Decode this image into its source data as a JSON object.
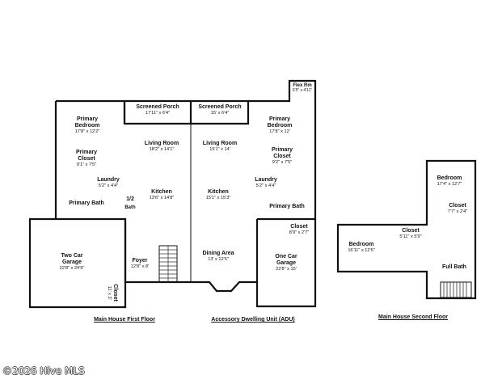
{
  "floors": {
    "first": "Main House First Floor",
    "adu": "Accessory Dwelling Unit (ADU)",
    "second": "Main House Second Floor"
  },
  "rooms": {
    "screened_porch_main": {
      "name": "Screened Porch",
      "dim": "17'11\" x 6'4\""
    },
    "screened_porch_adu": {
      "name": "Screened Porch",
      "dim": "15' x 6'4\""
    },
    "flex_room": {
      "name": "Flex Rm",
      "dim": "6'5\" x 4'11\""
    },
    "primary_bedroom_main": {
      "name": "Primary Bedroom",
      "dim": "17'8\" x 12'2\""
    },
    "primary_closet_main": {
      "name": "Primary Closet",
      "dim": "9'1\" x 7'5\""
    },
    "laundry_main": {
      "name": "Laundry",
      "dim": "5'2\" x 4'4\""
    },
    "primary_bath_main": {
      "name": "Primary Bath",
      "dim": ""
    },
    "half_bath": {
      "name": "1/2",
      "dim": "Bath"
    },
    "living_room_main": {
      "name": "Living Room",
      "dim": "18'2\" x 14'1\""
    },
    "kitchen_main": {
      "name": "Kitchen",
      "dim": "13'6\" x 14'8\""
    },
    "two_car_garage": {
      "name": "Two Car Garage",
      "dim": "22'8\" x 24'9\""
    },
    "foyer": {
      "name": "Foyer",
      "dim": "12'8\" x 8'"
    },
    "garage_closet": {
      "name": "Closet",
      "dim": "11' x 3'"
    },
    "living_room_adu": {
      "name": "Living Room",
      "dim": "15'1\" x 14'"
    },
    "primary_bedroom_adu": {
      "name": "Primary Bedroom",
      "dim": "17'8\" x 12'"
    },
    "primary_closet_adu": {
      "name": "Primary Closet",
      "dim": "9'2\" x 7'5\""
    },
    "laundry_adu": {
      "name": "Laundry",
      "dim": "5'2\" x 4'4\""
    },
    "kitchen_adu": {
      "name": "Kitchen",
      "dim": "15'1\" x 15'3\""
    },
    "primary_bath_adu": {
      "name": "Primary Bath",
      "dim": ""
    },
    "closet_adu": {
      "name": "Closet",
      "dim": "8'9\" x 2'7\""
    },
    "dining_area": {
      "name": "Dining Area",
      "dim": "13' x 12'5\""
    },
    "one_car_garage": {
      "name": "One Car Garage",
      "dim": "22'8\" x 15'"
    },
    "bedroom_upper": {
      "name": "Bedroom",
      "dim": "17'4\" x 12'7\""
    },
    "closet_upper_a": {
      "name": "Closet",
      "dim": "7'7\" x 2'4\""
    },
    "closet_upper_b": {
      "name": "Closet",
      "dim": "5'11\" x 5'9\""
    },
    "bedroom_lower": {
      "name": "Bedroom",
      "dim": "16'11\" x 12'5\""
    },
    "full_bath": {
      "name": "Full Bath",
      "dim": ""
    }
  },
  "watermark": "©2026 Hive MLS"
}
